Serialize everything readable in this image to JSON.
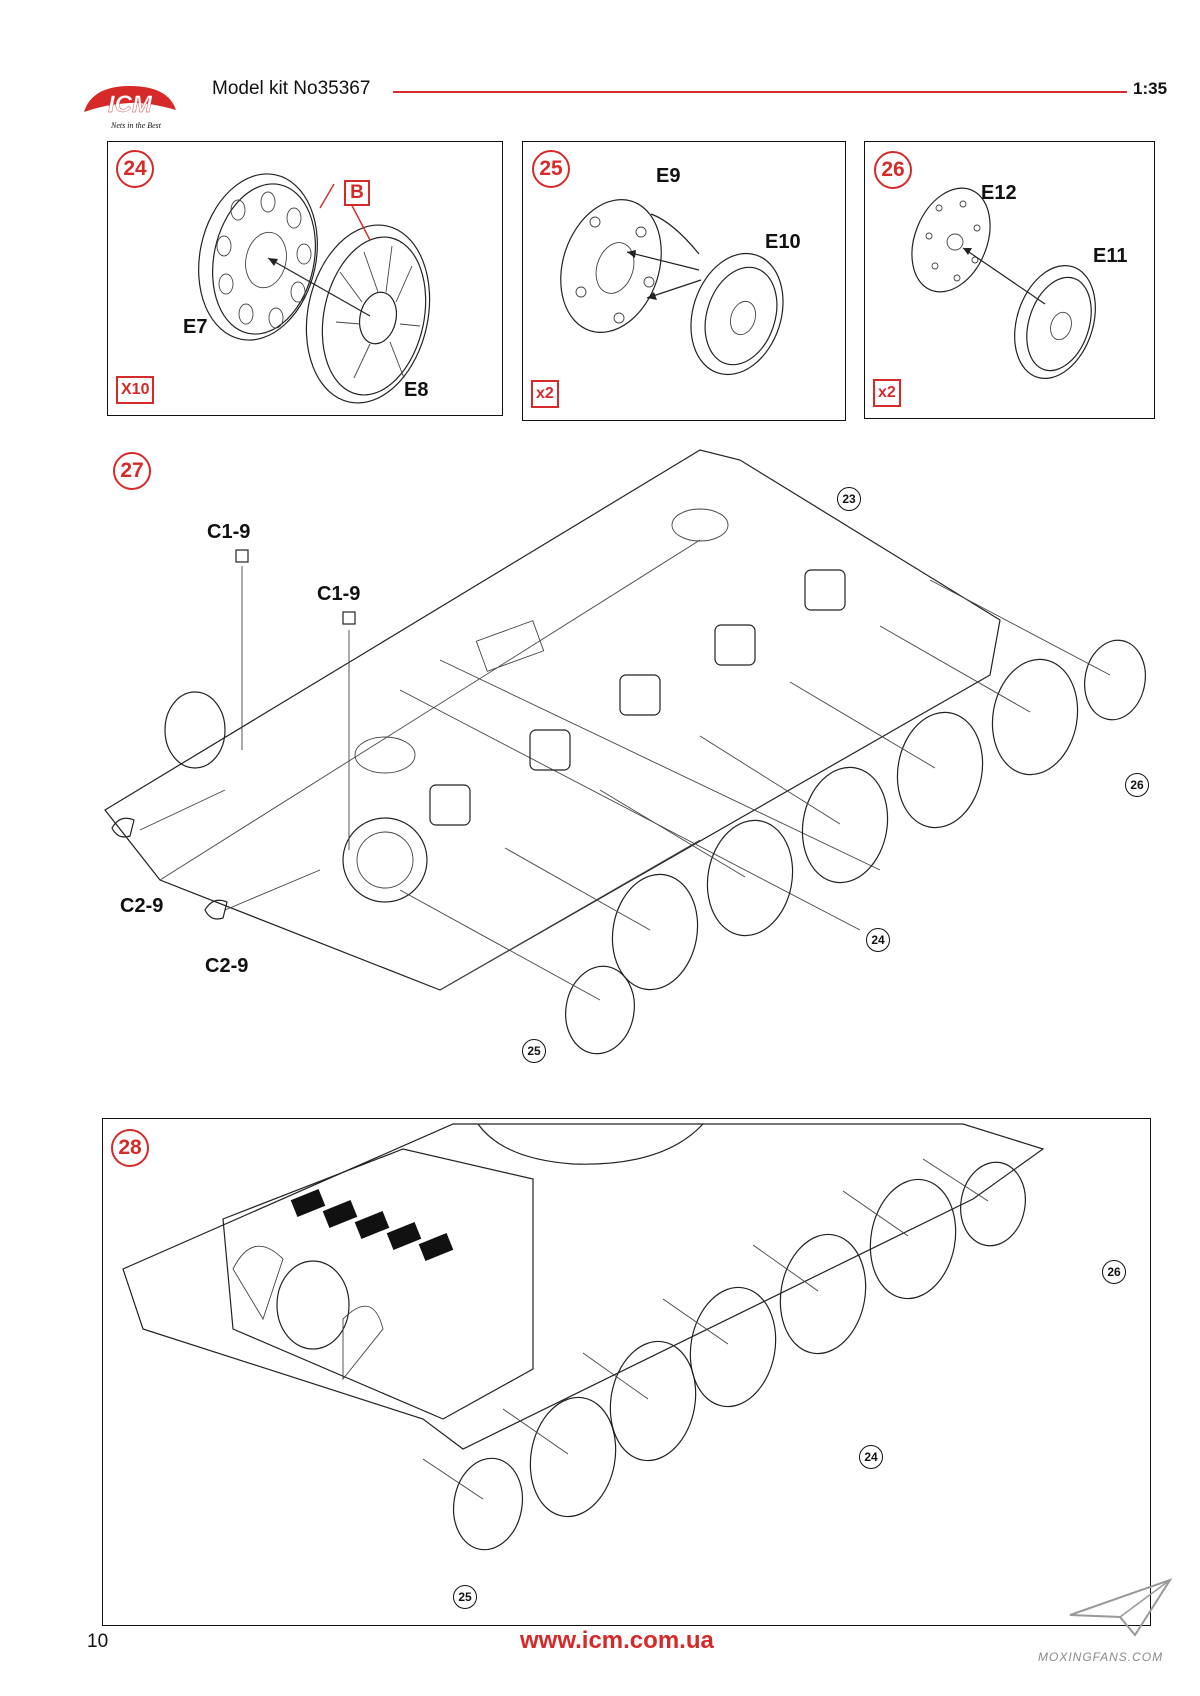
{
  "header": {
    "logo_text": "ICM",
    "logo_tagline": "Nets in the Best",
    "kit_title": "Model kit No35367",
    "scale": "1:35"
  },
  "steps": {
    "s24": {
      "number": "24",
      "quantity": "X10",
      "paint_code": "B",
      "parts": [
        "E7",
        "E8"
      ]
    },
    "s25": {
      "number": "25",
      "quantity": "x2",
      "parts": [
        "E9",
        "E10"
      ]
    },
    "s26": {
      "number": "26",
      "quantity": "x2",
      "parts": [
        "E12",
        "E11"
      ]
    },
    "s27": {
      "number": "27",
      "parts": [
        "C1-9",
        "C1-9",
        "C2-9",
        "C2-9"
      ],
      "refs": [
        "23",
        "26",
        "24",
        "25"
      ]
    },
    "s28": {
      "number": "28",
      "refs": [
        "26",
        "24",
        "25"
      ]
    }
  },
  "footer": {
    "page_number": "10",
    "website": "www.icm.com.ua",
    "watermark": "MOXINGFANS.COM"
  },
  "colors": {
    "accent": "#d62a2a",
    "ink": "#111111"
  }
}
